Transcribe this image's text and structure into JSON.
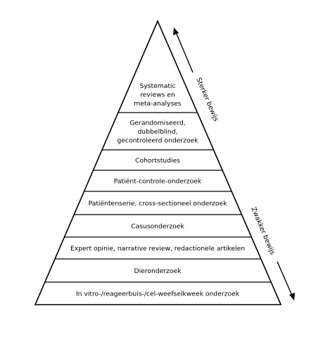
{
  "pyramid": {
    "levels": [
      {
        "lines": [
          "Systematic",
          "reviews en",
          "meta-analyses"
        ]
      },
      {
        "lines": [
          "Gerandomiseerd,",
          "dubbelblind,",
          "gecontroleerd onderzoek"
        ]
      },
      {
        "lines": [
          "Cohortstudies"
        ]
      },
      {
        "lines": [
          "Patiënt-controle-onderzoek"
        ]
      },
      {
        "lines": [
          "Patiëntenserie, cross-sectioneel onderzoek"
        ]
      },
      {
        "lines": [
          "Casusonderzoek"
        ]
      },
      {
        "lines": [
          "Expert opinie, narrative review, redactionele artikelen"
        ]
      },
      {
        "lines": [
          "Dieronderzoek"
        ]
      },
      {
        "lines": [
          "In vitro-/reageerbuis-/cel-weefselkweek onderzoek"
        ]
      }
    ],
    "label_stronger": "Sterker bewijs",
    "label_weaker": "Zwakker bewijs"
  },
  "colors": {
    "stroke": "#000000",
    "fill": "#ffffff",
    "text": "#000000"
  }
}
